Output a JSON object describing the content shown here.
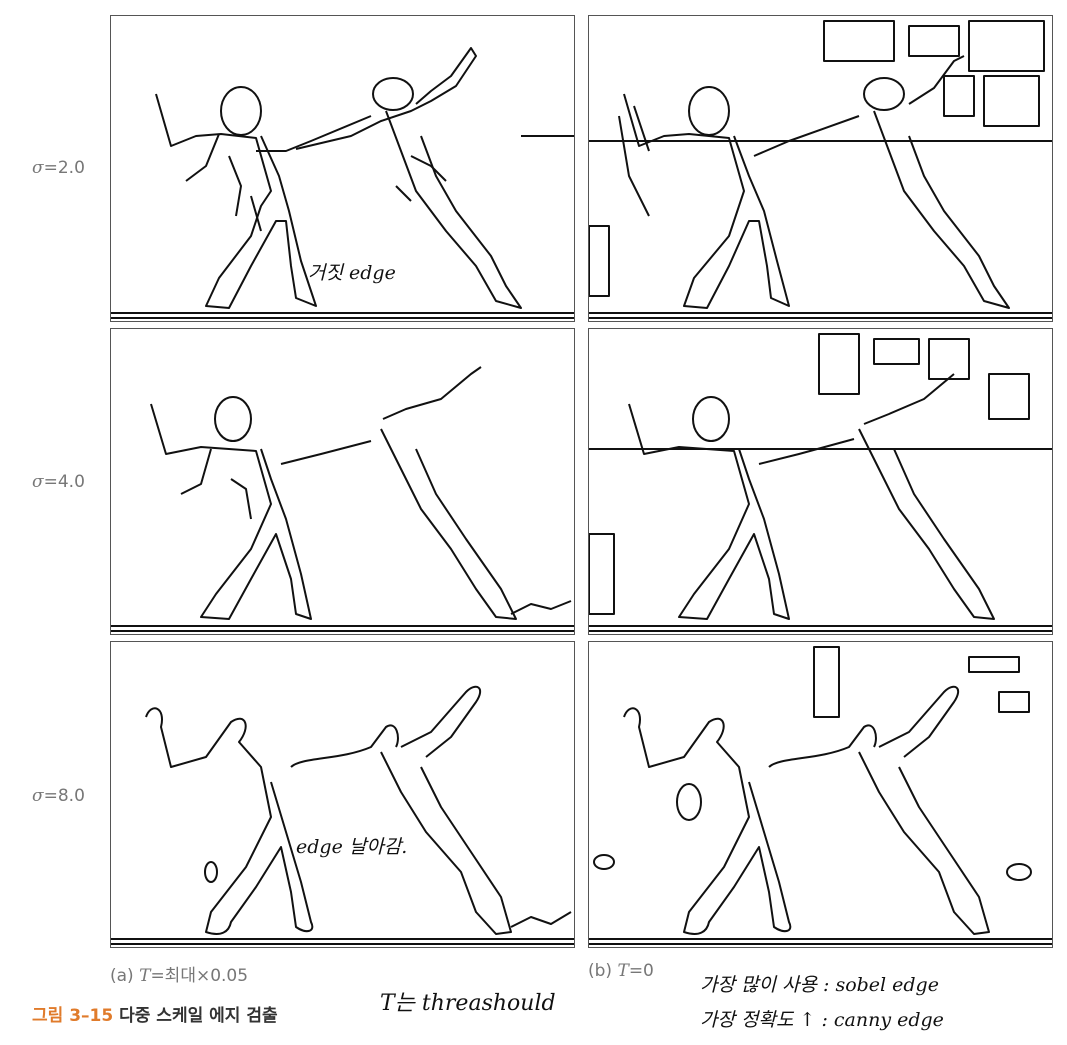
{
  "row_labels": [
    {
      "symbol": "σ",
      "value": "=2.0"
    },
    {
      "symbol": "σ",
      "value": "=4.0"
    },
    {
      "symbol": "σ",
      "value": "=8.0"
    }
  ],
  "captions": {
    "a": {
      "prefix": "(a) ",
      "var": "T",
      "rest": "=최대×0.05"
    },
    "b": {
      "prefix": "(b) ",
      "var": "T",
      "rest": "=0"
    }
  },
  "figure": {
    "number": "그림 3–15",
    "title": "다중 스케일 에지 검출"
  },
  "handwritten": {
    "panel_note_1": "거짓 edge",
    "panel_note_2": "edge 날아감.",
    "threshold_note": "T는 threashould",
    "note_line_1": "가장 많이 사용 : sobel edge",
    "note_line_2": "가장 정확도 ↑ : canny edge"
  },
  "colors": {
    "accent": "#e07b2b",
    "label_gray": "#777777",
    "line": "#111111"
  }
}
